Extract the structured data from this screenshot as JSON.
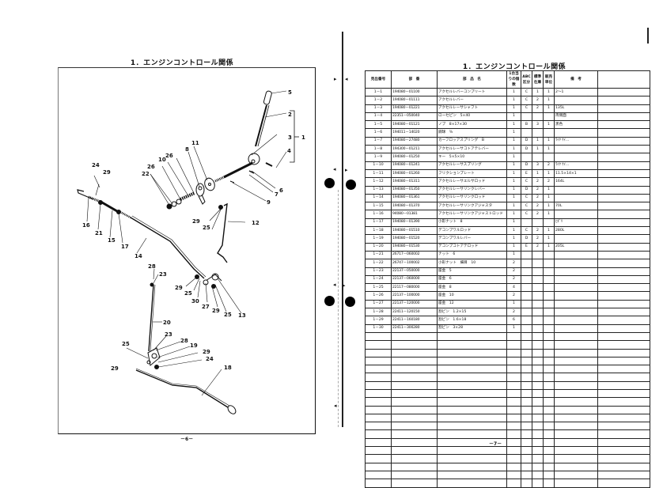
{
  "left_page": {
    "title": "1．エンジンコントロール関係",
    "page_number": "－6－",
    "callouts": [
      "1",
      "2",
      "3",
      "4",
      "5",
      "6",
      "7",
      "8",
      "9",
      "10",
      "11",
      "12",
      "13",
      "14",
      "15",
      "16",
      "17",
      "18",
      "19",
      "20",
      "21",
      "22",
      "23",
      "24",
      "25",
      "26",
      "27",
      "28",
      "29",
      "30"
    ]
  },
  "right_page": {
    "title": "1．エンジンコントロール関係",
    "page_number": "－7－",
    "table": {
      "headers": {
        "ref": "見出番号",
        "part_no": "部　番",
        "name": "部　品　名",
        "qty": "1台当りの個数",
        "abc": "ABC区分",
        "std_stock": "標準在庫",
        "sell_unit": "販売単位",
        "remarks": "備　考"
      },
      "rows": [
        {
          "ref": "1－1",
          "part_no": "194080－01100",
          "name": "アクセルレバーコンプリート",
          "qty": "1",
          "abc": "C",
          "std": "1",
          "unit": "1",
          "remarks": "2～1"
        },
        {
          "ref": "1－2",
          "part_no": "194080－01111",
          "name": "アクセルレバー",
          "qty": "1",
          "abc": "C",
          "std": "2",
          "unit": "1",
          "remarks": ""
        },
        {
          "ref": "1－3",
          "part_no": "194080－01221",
          "name": "アクセルレーサシャフト",
          "qty": "1",
          "abc": "C",
          "std": "2",
          "unit": "1",
          "remarks": "135L"
        },
        {
          "ref": "1－4",
          "part_no": "22351－050040",
          "name": "ローセピン　5×40",
          "qty": "1",
          "abc": "",
          "std": "",
          "unit": "",
          "remarks": "両側面"
        },
        {
          "ref": "1－5",
          "part_no": "194080－01121",
          "name": "ノブ　8×17×30",
          "qty": "1",
          "abc": "B",
          "std": "3",
          "unit": "1",
          "remarks": "黒色"
        },
        {
          "ref": "1－6",
          "part_no": "194011－14020",
          "name": "鋼球　⅜",
          "qty": "1",
          "abc": "",
          "std": "",
          "unit": "",
          "remarks": ""
        },
        {
          "ref": "1－7",
          "part_no": "194080－27480",
          "name": "カーフロッアスプリング　B",
          "qty": "1",
          "abc": "D",
          "std": "1",
          "unit": "1",
          "remarks": "ﾜｲﾔ ｹｲ..."
        },
        {
          "ref": "1－8",
          "part_no": "194300－01211",
          "name": "アクセルレーサコトアテレバー",
          "qty": "1",
          "abc": "D",
          "std": "1",
          "unit": "1",
          "remarks": ""
        },
        {
          "ref": "1－9",
          "part_no": "194080－01250",
          "name": "キー　5×5×10",
          "qty": "1",
          "abc": "",
          "std": "",
          "unit": "",
          "remarks": ""
        },
        {
          "ref": "1－10",
          "part_no": "194080－01241",
          "name": "アクセルレーサスプリング",
          "qty": "1",
          "abc": "D",
          "std": "3",
          "unit": "2",
          "remarks": "ﾜｲﾔ ｹｲ..."
        },
        {
          "ref": "1－11",
          "part_no": "194080－01260",
          "name": "フリクションプレート",
          "qty": "1",
          "abc": "E",
          "std": "1",
          "unit": "1",
          "remarks": "11.5×14×1"
        },
        {
          "ref": "1－12",
          "part_no": "194080－01311",
          "name": "アクセルレーサエルサロッド",
          "qty": "1",
          "abc": "C",
          "std": "2",
          "unit": "2",
          "remarks": "164L"
        },
        {
          "ref": "1－13",
          "part_no": "194080－01350",
          "name": "アクセルレーサリンクレバー",
          "qty": "1",
          "abc": "D",
          "std": "2",
          "unit": "1",
          "remarks": ""
        },
        {
          "ref": "1－14",
          "part_no": "194080－01361",
          "name": "アクセルレーサリンクロッド",
          "qty": "1",
          "abc": "C",
          "std": "2",
          "unit": "1",
          "remarks": ""
        },
        {
          "ref": "1－15",
          "part_no": "194080－01370",
          "name": "アクセルレーサリンクアジャスタ",
          "qty": "1",
          "abc": "C",
          "std": "2",
          "unit": "1",
          "remarks": "70L"
        },
        {
          "ref": "1－16",
          "part_no": "94080－01381",
          "name": "アクセルレーサリンクアジャストロッド",
          "qty": "1",
          "abc": "C",
          "std": "2",
          "unit": "1",
          "remarks": ""
        },
        {
          "ref": "1－17",
          "part_no": "194080－01390",
          "name": "小形ナット　8",
          "qty": "1",
          "abc": "",
          "std": "",
          "unit": "",
          "remarks": "ﾋﾀﾞﾘ"
        },
        {
          "ref": "1－18",
          "part_no": "194080－01510",
          "name": "デコンプワルロッド",
          "qty": "1",
          "abc": "C",
          "std": "2",
          "unit": "1",
          "remarks": "280L"
        },
        {
          "ref": "1－19",
          "part_no": "194080－01520",
          "name": "デコンプワルレバー",
          "qty": "1",
          "abc": "D",
          "std": "2",
          "unit": "1",
          "remarks": ""
        },
        {
          "ref": "1－20",
          "part_no": "194080－01530",
          "name": "デコンプコトアテロッド",
          "qty": "1",
          "abc": "E",
          "std": "2",
          "unit": "1",
          "remarks": "205L"
        },
        {
          "ref": "1－21",
          "part_no": "26717－060002",
          "name": "ナット　6",
          "qty": "1",
          "abc": "",
          "std": "",
          "unit": "",
          "remarks": ""
        },
        {
          "ref": "1－22",
          "part_no": "26747－100002",
          "name": "小形ナット　細目　10",
          "qty": "2",
          "abc": "",
          "std": "",
          "unit": "",
          "remarks": ""
        },
        {
          "ref": "1－23",
          "part_no": "22137－050000",
          "name": "座金　5",
          "qty": "2",
          "abc": "",
          "std": "",
          "unit": "",
          "remarks": ""
        },
        {
          "ref": "1－24",
          "part_no": "22137－060000",
          "name": "座金　6",
          "qty": "2",
          "abc": "",
          "std": "",
          "unit": "",
          "remarks": ""
        },
        {
          "ref": "1－25",
          "part_no": "22117－080000",
          "name": "座金　8",
          "qty": "4",
          "abc": "",
          "std": "",
          "unit": "",
          "remarks": ""
        },
        {
          "ref": "1－26",
          "part_no": "22137－100000",
          "name": "座金　10",
          "qty": "2",
          "abc": "",
          "std": "",
          "unit": "",
          "remarks": ""
        },
        {
          "ref": "1－27",
          "part_no": "22137－120000",
          "name": "座金　12",
          "qty": "1",
          "abc": "",
          "std": "",
          "unit": "",
          "remarks": ""
        },
        {
          "ref": "1－28",
          "part_no": "22411－120150",
          "name": "割ピン　1.2×15",
          "qty": "2",
          "abc": "",
          "std": "",
          "unit": "",
          "remarks": ""
        },
        {
          "ref": "1－29",
          "part_no": "22411－160180",
          "name": "割ピン　1.6×18",
          "qty": "6",
          "abc": "",
          "std": "",
          "unit": "",
          "remarks": ""
        },
        {
          "ref": "1－30",
          "part_no": "22411－300280",
          "name": "割ピン　3×28",
          "qty": "1",
          "abc": "",
          "std": "",
          "unit": "",
          "remarks": ""
        }
      ],
      "empty_rows": 19
    }
  }
}
